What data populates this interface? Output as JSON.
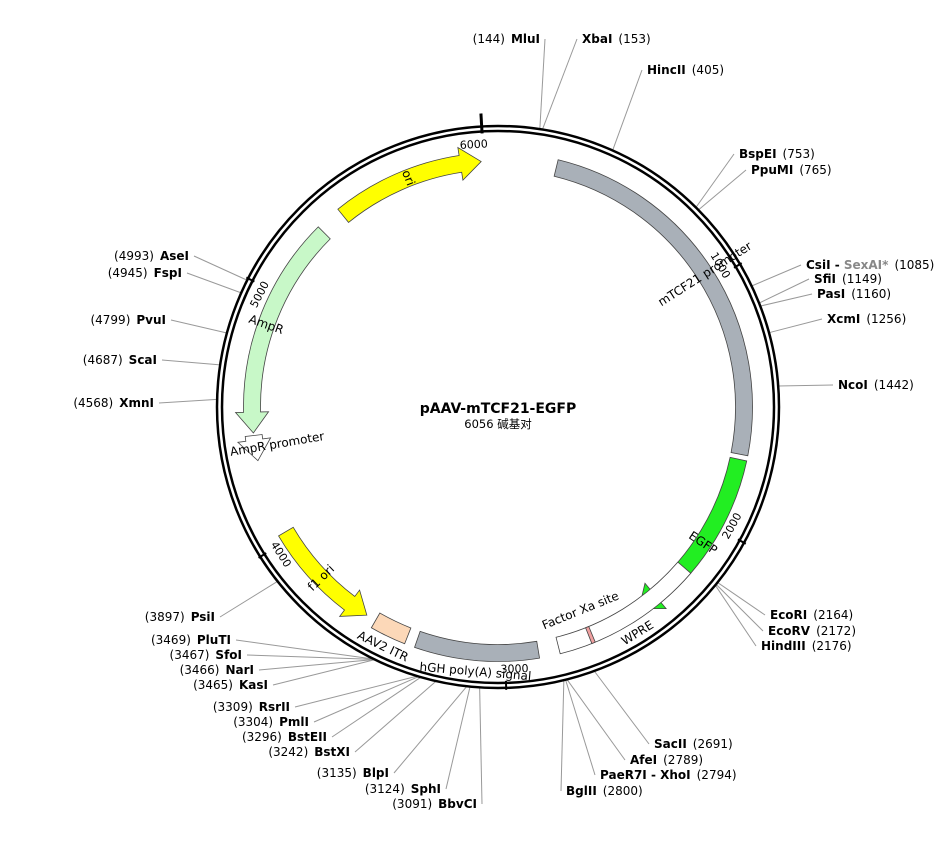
{
  "plasmid": {
    "name": "pAAV-mTCF21-EGFP",
    "size_text": "6056 碱基对",
    "length": 6056
  },
  "ticks": [
    {
      "pos": 1000,
      "label": "1000"
    },
    {
      "pos": 2000,
      "label": "2000"
    },
    {
      "pos": 3000,
      "label": "3000"
    },
    {
      "pos": 4000,
      "label": "4000"
    },
    {
      "pos": 5000,
      "label": "5000"
    },
    {
      "pos": 6000,
      "label": "6000"
    }
  ],
  "features": [
    {
      "key": "mtcf21-promoter",
      "label": "mTCF21 promoter",
      "start": 230,
      "end": 1700,
      "color": "#a9b0b8",
      "dir": 0
    },
    {
      "key": "egfp",
      "label": "EGFP",
      "start": 1720,
      "end": 2440,
      "color": "#22ee22",
      "dir": 1
    },
    {
      "key": "wpre",
      "label": "WPRE",
      "start": 2200,
      "end": 2790,
      "color": "#ffffff",
      "dir": 0
    },
    {
      "key": "factor-xa-site",
      "label": "Factor Xa site",
      "start": 2650,
      "end": 2664,
      "color": "#f0a0a0",
      "dir": 0
    },
    {
      "key": "hgh-polya",
      "label": "hGH poly(A) signal",
      "start": 2870,
      "end": 3350,
      "color": "#a9b0b8",
      "dir": 0
    },
    {
      "key": "aav2-itr",
      "label": "AAV2 ITR",
      "start": 3390,
      "end": 3530,
      "color": "#fcd8b8",
      "dir": 0
    },
    {
      "key": "f1-ori",
      "label": "f1 ori",
      "start": 3570,
      "end": 4030,
      "color": "#ffff00",
      "dir": -1
    },
    {
      "key": "ampr-promoter",
      "label": "AmpR promoter",
      "start": 4330,
      "end": 4430,
      "color": "#ffffff",
      "dir": -1
    },
    {
      "key": "ampr",
      "label": "AmpR",
      "start": 4440,
      "end": 5300,
      "color": "#c8f8c8",
      "dir": -1
    },
    {
      "key": "ori",
      "label": "ori",
      "start": 5400,
      "end": 5990,
      "color": "#ffff00",
      "dir": 1
    }
  ],
  "sites": [
    {
      "key": "mlui",
      "name": "MluI",
      "pos": 144,
      "num": "(144)",
      "side": "left"
    },
    {
      "key": "xbai",
      "name": "XbaI",
      "pos": 153,
      "num": "(153)",
      "side": "right"
    },
    {
      "key": "hincii",
      "name": "HincII",
      "pos": 405,
      "num": "(405)",
      "side": "right"
    },
    {
      "key": "bspei",
      "name": "BspEI",
      "pos": 753,
      "num": "(753)",
      "side": "right"
    },
    {
      "key": "ppumi",
      "name": "PpuMI",
      "pos": 765,
      "num": "(765)",
      "side": "right"
    },
    {
      "key": "csii",
      "name": "CsiI",
      "sep": " - ",
      "name2": "SexAI*",
      "pos": 1085,
      "num": "(1085)",
      "side": "right"
    },
    {
      "key": "sfii",
      "name": "SfiI",
      "pos": 1149,
      "num": "(1149)",
      "side": "right"
    },
    {
      "key": "pasi",
      "name": "PasI",
      "pos": 1160,
      "num": "(1160)",
      "side": "right"
    },
    {
      "key": "xcmi",
      "name": "XcmI",
      "pos": 1256,
      "num": "(1256)",
      "side": "right"
    },
    {
      "key": "ncoi",
      "name": "NcoI",
      "pos": 1442,
      "num": "(1442)",
      "side": "right"
    },
    {
      "key": "ecori",
      "name": "EcoRI",
      "pos": 2164,
      "num": "(2164)",
      "side": "right"
    },
    {
      "key": "ecorv",
      "name": "EcoRV",
      "pos": 2172,
      "num": "(2172)",
      "side": "right"
    },
    {
      "key": "hindiii",
      "name": "HindIII",
      "pos": 2176,
      "num": "(2176)",
      "side": "right"
    },
    {
      "key": "sacii",
      "name": "SacII",
      "pos": 2691,
      "num": "(2691)",
      "side": "right"
    },
    {
      "key": "afei",
      "name": "AfeI",
      "pos": 2789,
      "num": "(2789)",
      "side": "right"
    },
    {
      "key": "paer7i",
      "name": "PaeR7I",
      "sep": " - ",
      "name2": "XhoI",
      "pos": 2794,
      "num": "(2794)",
      "side": "right"
    },
    {
      "key": "bglii",
      "name": "BglII",
      "pos": 2800,
      "num": "(2800)",
      "side": "right"
    },
    {
      "key": "bbvci",
      "name": "BbvCI",
      "pos": 3091,
      "num": "(3091)",
      "side": "left"
    },
    {
      "key": "sphi",
      "name": "SphI",
      "pos": 3124,
      "num": "(3124)",
      "side": "left"
    },
    {
      "key": "blpi",
      "name": "BlpI",
      "pos": 3135,
      "num": "(3135)",
      "side": "left"
    },
    {
      "key": "bstxi",
      "name": "BstXI",
      "pos": 3242,
      "num": "(3242)",
      "side": "left"
    },
    {
      "key": "bsteii",
      "name": "BstEII",
      "pos": 3296,
      "num": "(3296)",
      "side": "left"
    },
    {
      "key": "pmli",
      "name": "PmlI",
      "pos": 3304,
      "num": "(3304)",
      "side": "left"
    },
    {
      "key": "rsrii",
      "name": "RsrII",
      "pos": 3309,
      "num": "(3309)",
      "side": "left"
    },
    {
      "key": "kasi",
      "name": "KasI",
      "pos": 3465,
      "num": "(3465)",
      "side": "left"
    },
    {
      "key": "nari",
      "name": "NarI",
      "pos": 3466,
      "num": "(3466)",
      "side": "left"
    },
    {
      "key": "sfoi",
      "name": "SfoI",
      "pos": 3467,
      "num": "(3467)",
      "side": "left"
    },
    {
      "key": "pluti",
      "name": "PluTI",
      "pos": 3469,
      "num": "(3469)",
      "side": "left"
    },
    {
      "key": "psii",
      "name": "PsiI",
      "pos": 3897,
      "num": "(3897)",
      "side": "left"
    },
    {
      "key": "xmni",
      "name": "XmnI",
      "pos": 4568,
      "num": "(4568)",
      "side": "left"
    },
    {
      "key": "scai",
      "name": "ScaI",
      "pos": 4687,
      "num": "(4687)",
      "side": "left"
    },
    {
      "key": "pvui",
      "name": "PvuI",
      "pos": 4799,
      "num": "(4799)",
      "side": "left"
    },
    {
      "key": "fspi",
      "name": "FspI",
      "pos": 4945,
      "num": "(4945)",
      "side": "left"
    },
    {
      "key": "asei",
      "name": "AseI",
      "pos": 4993,
      "num": "(4993)",
      "side": "left"
    }
  ]
}
